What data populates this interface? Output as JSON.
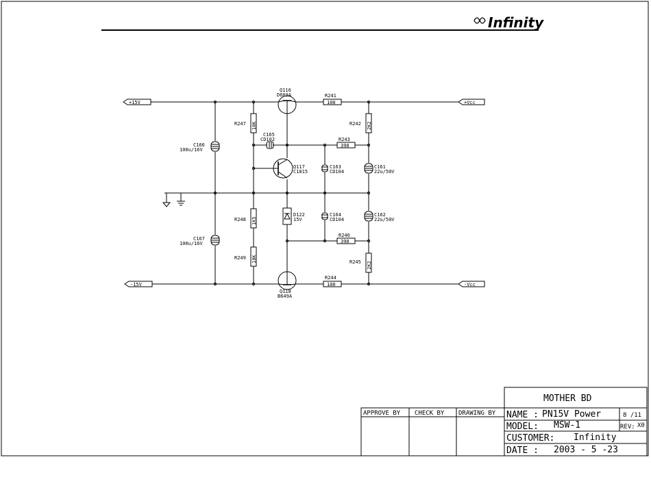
{
  "brand": {
    "logo_text": "Infinity"
  },
  "ports": {
    "plus15v": "+15V",
    "minus15v": "-15V",
    "plus_vcc": "+Vcc",
    "minus_vcc": "-Vcc"
  },
  "components": {
    "q116": {
      "ref": "Q116",
      "part": "D669A"
    },
    "q117": {
      "ref": "Q117",
      "part": "C1815"
    },
    "q118": {
      "ref": "Q118",
      "part": "B649A"
    },
    "r241": {
      "ref": "R241",
      "value": "100"
    },
    "r242": {
      "ref": "R242",
      "value": "2K2"
    },
    "r243": {
      "ref": "R243",
      "value": "390"
    },
    "r244": {
      "ref": "R244",
      "value": "100"
    },
    "r245": {
      "ref": "R245",
      "value": "2K2"
    },
    "r246": {
      "ref": "R246",
      "value": "390"
    },
    "r247": {
      "ref": "R247",
      "value": "10K"
    },
    "r248": {
      "ref": "R248",
      "value": "1K5"
    },
    "r249": {
      "ref": "R249",
      "value": "10K"
    },
    "c161": {
      "ref": "C161",
      "value": "22u/50V"
    },
    "c162": {
      "ref": "C162",
      "value": "22u/50V"
    },
    "c163": {
      "ref": "C163",
      "value": "CD104"
    },
    "c164": {
      "ref": "C164",
      "value": "CD104"
    },
    "c165": {
      "ref": "C165",
      "value": "CD102"
    },
    "c166": {
      "ref": "C166",
      "value": "100u/16V"
    },
    "c167": {
      "ref": "C167",
      "value": "100u/16V"
    },
    "d122": {
      "ref": "D122",
      "value": "15V"
    }
  },
  "title_block": {
    "board": "MOTHER BD",
    "approve_by": "APPROVE BY",
    "check_by": "CHECK BY",
    "drawing_by": "DRAWING BY",
    "name_label": "NAME :",
    "name_value": "PN15V Power",
    "sheet": "8 /11",
    "model_label": "MODEL:",
    "model_value": "MSW-1",
    "rev_label": "REV:",
    "rev_value": "X0",
    "customer_label": "CUSTOMER:",
    "customer_value": "Infinity",
    "date_label": "DATE :",
    "date_value": "2003 - 5 -23"
  }
}
